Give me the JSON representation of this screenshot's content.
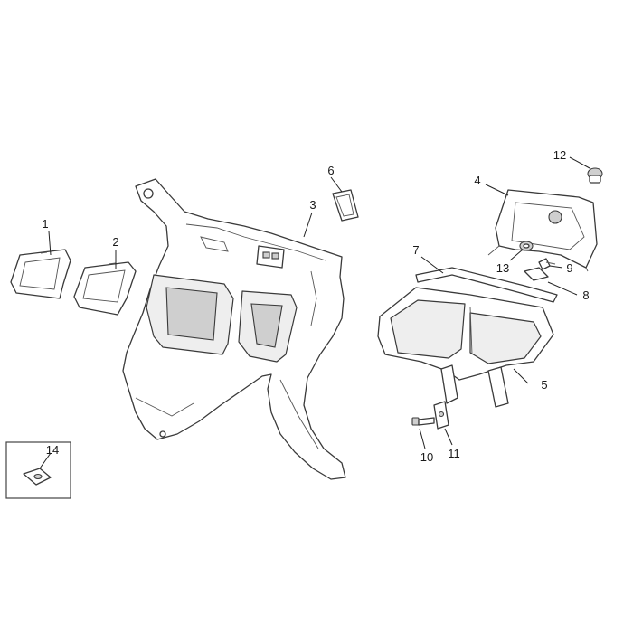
{
  "diagram": {
    "type": "exploded-parts-diagram",
    "background_color": "#ffffff",
    "line_color": "#3a3a3a",
    "callouts": [
      {
        "id": "c1",
        "label": "1"
      },
      {
        "id": "c2",
        "label": "2"
      },
      {
        "id": "c3",
        "label": "3"
      },
      {
        "id": "c4",
        "label": "4"
      },
      {
        "id": "c5",
        "label": "5"
      },
      {
        "id": "c6",
        "label": "6"
      },
      {
        "id": "c7",
        "label": "7"
      },
      {
        "id": "c8",
        "label": "8"
      },
      {
        "id": "c9",
        "label": "9"
      },
      {
        "id": "c10",
        "label": "10"
      },
      {
        "id": "c11",
        "label": "11"
      },
      {
        "id": "c12",
        "label": "12"
      },
      {
        "id": "c13",
        "label": "13"
      },
      {
        "id": "c14",
        "label": "14"
      }
    ]
  }
}
